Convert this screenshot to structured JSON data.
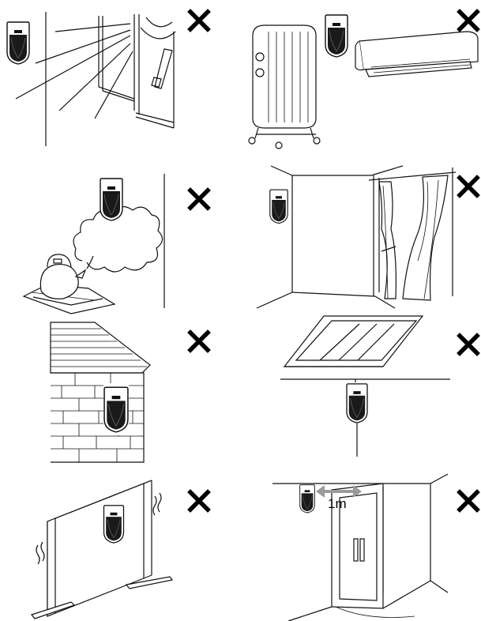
{
  "figure": {
    "panels": [
      {
        "id": "sunlight-window",
        "cross_icon": "x-mark-icon"
      },
      {
        "id": "heaters-aircon",
        "cross_icon": "x-mark-icon"
      },
      {
        "id": "kettle-steam",
        "cross_icon": "x-mark-icon"
      },
      {
        "id": "curtains-draft",
        "cross_icon": "x-mark-icon"
      },
      {
        "id": "outdoor-wall",
        "cross_icon": "x-mark-icon"
      },
      {
        "id": "fluorescent-light",
        "cross_icon": "x-mark-icon"
      },
      {
        "id": "vibrating-partition",
        "cross_icon": "x-mark-icon"
      },
      {
        "id": "near-door",
        "cross_icon": "x-mark-icon",
        "distance_label": "1m"
      }
    ],
    "colors": {
      "line": "#111111",
      "sensor_body": "#ffffff",
      "sensor_window": "#1a1a1a",
      "arrow": "#9a9a9a"
    }
  }
}
